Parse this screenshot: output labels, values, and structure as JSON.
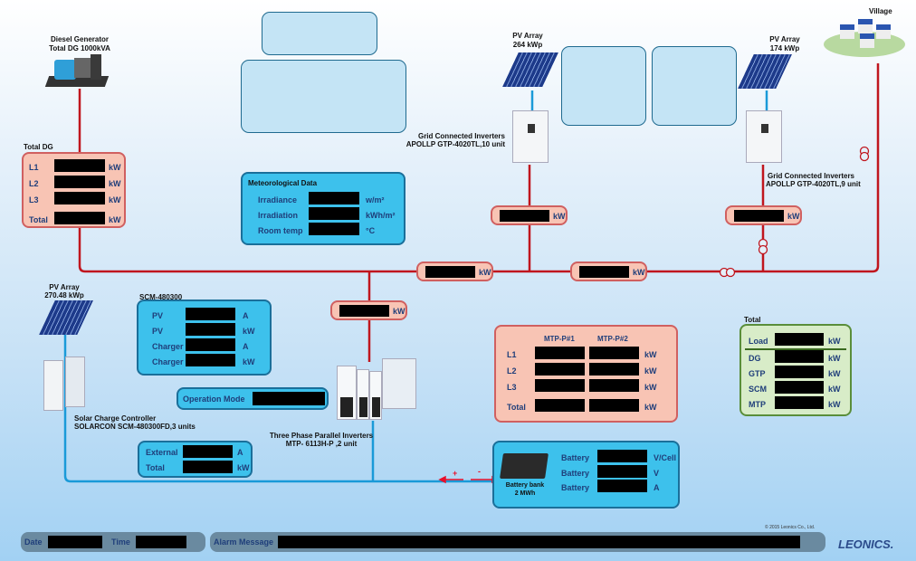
{
  "diesel": {
    "title": "Diesel Generator",
    "subtitle": "Total DG 1000kVA"
  },
  "total_dg": {
    "title": "Total DG",
    "rows": [
      {
        "label": "L1",
        "unit": "kW"
      },
      {
        "label": "L2",
        "unit": "kW"
      },
      {
        "label": "L3",
        "unit": "kW"
      },
      {
        "label": "Total",
        "unit": "kW"
      }
    ]
  },
  "met": {
    "title": "Meteorological Data",
    "rows": [
      {
        "label": "Irradiance",
        "unit": "w/m²"
      },
      {
        "label": "Irradiation",
        "unit": "kWh/m²"
      },
      {
        "label": "Room temp",
        "unit": "°C"
      }
    ]
  },
  "pv1": {
    "title": "PV Array",
    "capacity": "264 kWp"
  },
  "pv2": {
    "title": "PV Array",
    "capacity": "174 kWp"
  },
  "pv3": {
    "title": "PV Array",
    "capacity": "270.48 kWp"
  },
  "gci1": {
    "line1": "Grid  Connected Inverters",
    "line2": "APOLLP GTP-4020TL,10 unit"
  },
  "gci2": {
    "line1": "Grid  Connected Inverters",
    "line2": "APOLLP GTP-4020TL,9 unit"
  },
  "village": {
    "label": "Village"
  },
  "kw_unit": "kW",
  "scm": {
    "title": "SCM-480300",
    "rows": [
      {
        "label": "PV",
        "unit": "A"
      },
      {
        "label": "PV",
        "unit": "kW"
      },
      {
        "label": "Charger",
        "unit": "A"
      },
      {
        "label": "Charger",
        "unit": "kW"
      }
    ]
  },
  "scc": {
    "line1": "Solar Charge Controller",
    "line2": "SOLARCON SCM-480300FD,3 units"
  },
  "opmode": {
    "label": "Operation Mode"
  },
  "external": {
    "rows": [
      {
        "label": "External",
        "unit": "A"
      },
      {
        "label": "Total",
        "unit": "kW"
      }
    ]
  },
  "mtp_inv": {
    "line1": "Three Phase Parallel Inverters",
    "line2": "MTP- 6113H-P ,2 unit"
  },
  "mtp": {
    "col1": "MTP-P#1",
    "col2": "MTP-P#2",
    "rows": [
      {
        "label": "L1",
        "unit": "kW"
      },
      {
        "label": "L2",
        "unit": "kW"
      },
      {
        "label": "L3",
        "unit": "kW"
      },
      {
        "label": "Total",
        "unit": "kW"
      }
    ]
  },
  "totals": {
    "title": "Total",
    "rows": [
      {
        "label": "Load",
        "unit": "kW"
      },
      {
        "label": "DG",
        "unit": "kW"
      },
      {
        "label": "GTP",
        "unit": "kW"
      },
      {
        "label": "SCM",
        "unit": "kW"
      },
      {
        "label": "MTP",
        "unit": "kW"
      }
    ]
  },
  "battery": {
    "label1": "Battery bank",
    "label2": "2 MWh",
    "plus": "+",
    "minus": "-",
    "rows": [
      {
        "label": "Battery",
        "unit": "V/Cell"
      },
      {
        "label": "Battery",
        "unit": "V"
      },
      {
        "label": "Battery",
        "unit": "A"
      }
    ]
  },
  "status": {
    "date_label": "Date",
    "time_label": "Time",
    "alarm_label": "Alarm Message"
  },
  "footer": {
    "copyright": "© 2015 Leonics Co., Ltd.",
    "brand": "LEONICS."
  },
  "colors": {
    "ac_line": "#c0161e",
    "dc_line": "#1a9ad8",
    "brand": "#2a4a8a"
  }
}
